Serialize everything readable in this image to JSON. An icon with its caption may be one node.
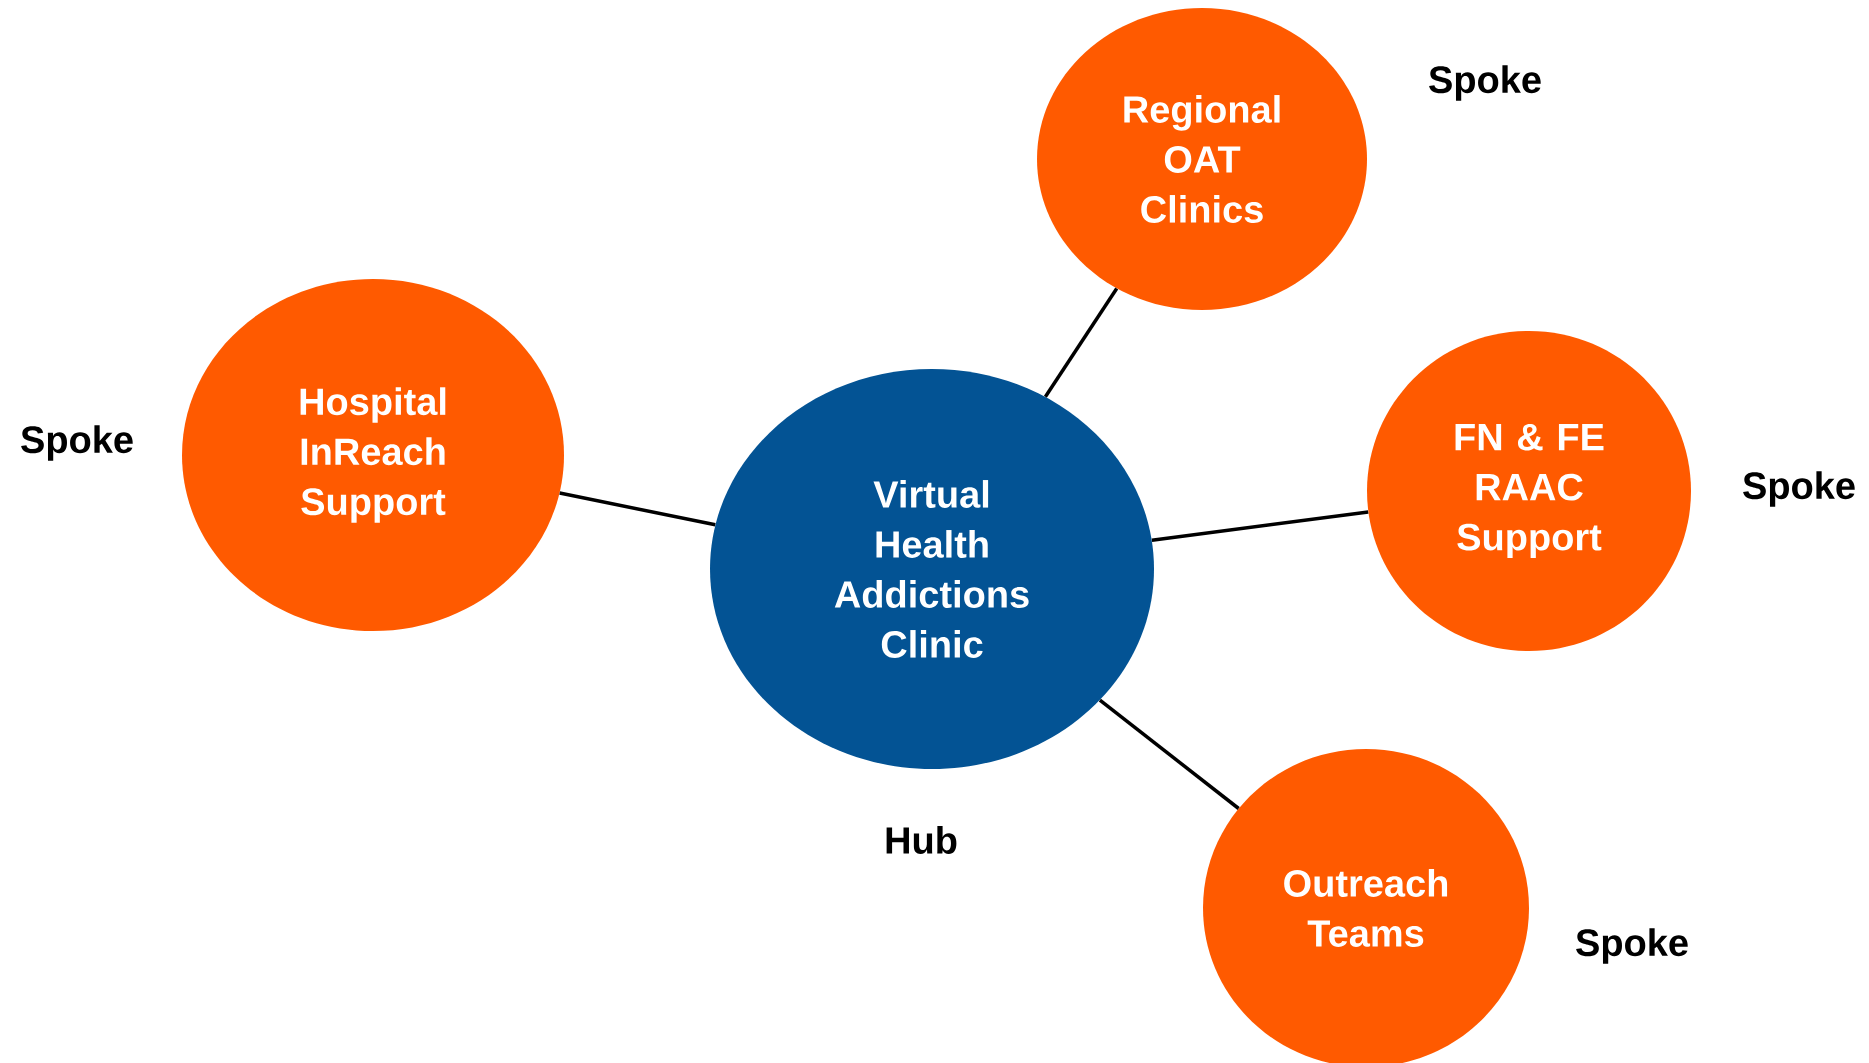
{
  "diagram": {
    "nodes": [
      {
        "text": [
          "Regional OAT Clinics"
        ],
        "beside": [
          "Spoke"
        ]
      },
      {
        "text": [
          "Hospital InReach Support"
        ],
        "beside": [
          "Spoke"
        ]
      },
      {
        "text": [
          "Virtual Health Addictions Clinic"
        ],
        "beside": [
          "Hub"
        ]
      },
      {
        "text": [
          "FN & FE RAAC Support"
        ],
        "beside": [
          "Spoke"
        ]
      },
      {
        "text": [
          "Outreach Teams"
        ],
        "beside": [
          "Spoke"
        ]
      }
    ],
    "edges": [
      {
        "from": 2,
        "to": 0,
        "arrow": "none"
      },
      {
        "from": 2,
        "to": 1,
        "arrow": "none"
      },
      {
        "from": 2,
        "to": 3,
        "arrow": "none"
      },
      {
        "from": 2,
        "to": 4,
        "arrow": "none"
      }
    ]
  }
}
